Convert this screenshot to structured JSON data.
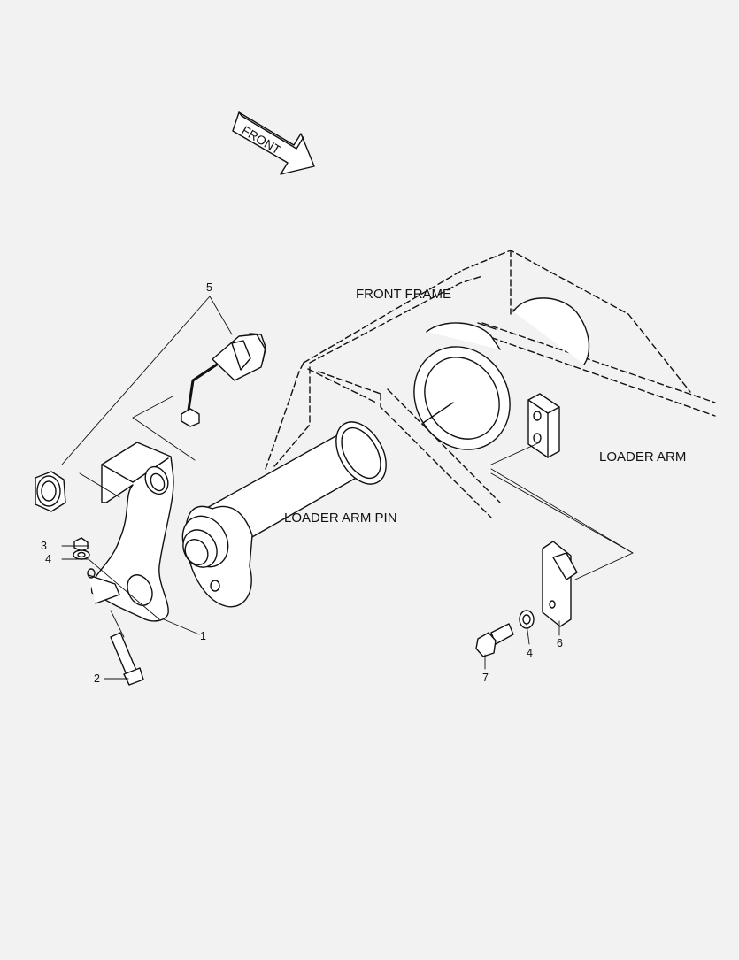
{
  "colors": {
    "background": "#f2f2f2",
    "line": "#111111",
    "part_fill": "#ffffff"
  },
  "direction_arrow": {
    "label": "FRONT"
  },
  "labels": {
    "front_frame": "FRONT FRAME",
    "loader_arm": "LOADER ARM",
    "loader_arm_pin": "LOADER ARM PIN"
  },
  "callouts": {
    "c1": "1",
    "c2": "2",
    "c3": "3",
    "c4a": "4",
    "c4b": "4",
    "c5": "5",
    "c6": "6",
    "c7": "7"
  }
}
